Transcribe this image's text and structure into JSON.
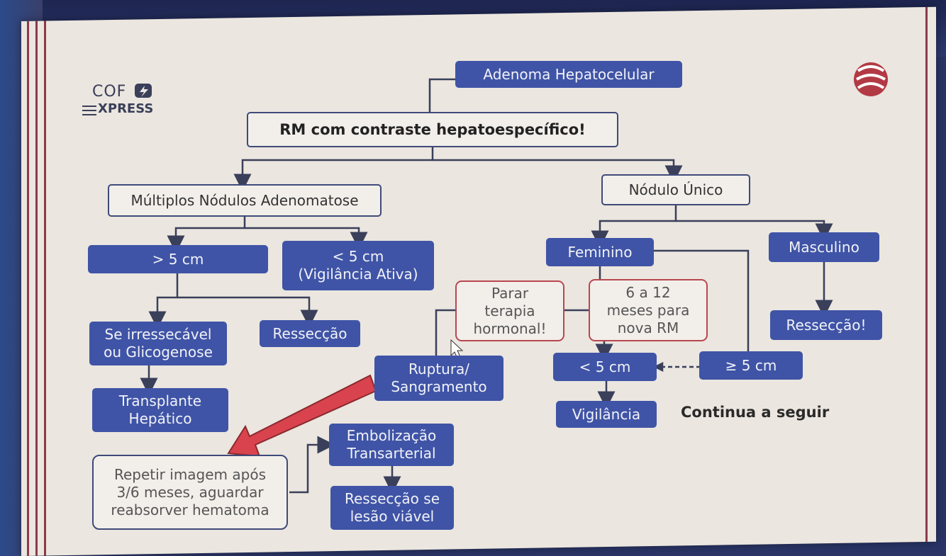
{
  "logo": {
    "line1": "COF",
    "line2": "XPRESS"
  },
  "nodes": {
    "root": "Adenoma Hepatocelular",
    "rm": "RM com contraste hepatoespecífico!",
    "multiplos": "Múltiplos Nódulos Adenomatose",
    "unico": "Nódulo Único",
    "gt5": "> 5 cm",
    "lt5_line1": "< 5 cm",
    "lt5_line2": "(Vigilância Ativa)",
    "irressecavel_line1": "Se irressecável",
    "irressecavel_line2": "ou Glicogenose",
    "resseccao_left": "Ressecção",
    "transplante_line1": "Transplante",
    "transplante_line2": "Hepático",
    "feminino": "Feminino",
    "masculino": "Masculino",
    "parar_line1": "Parar",
    "parar_line2": "terapia",
    "parar_line3": "hormonal!",
    "meses_line1": "6 a 12",
    "meses_line2": "meses para",
    "meses_line3": "nova RM",
    "resseccao_right": "Ressecção!",
    "ruptura_line1": "Ruptura/",
    "ruptura_line2": "Sangramento",
    "lt5_fem": "< 5 cm",
    "ge5": "≥ 5 cm",
    "vigilancia": "Vigilância",
    "embolizacao_line1": "Embolização",
    "embolizacao_line2": "Transarterial",
    "resseccao_viavel_line1": "Ressecção se",
    "resseccao_viavel_line2": "lesão viável",
    "repetir_line1": "Repetir imagem após",
    "repetir_line2": "3/6 meses, aguardar",
    "repetir_line3": "reabsorver hematoma"
  },
  "continua": "Continua a seguir",
  "colors": {
    "blue_box": "#3f54a6",
    "red_accent": "#b9474f",
    "arrow_red": "#d9434d",
    "slide_bg": "#ebe6df"
  }
}
